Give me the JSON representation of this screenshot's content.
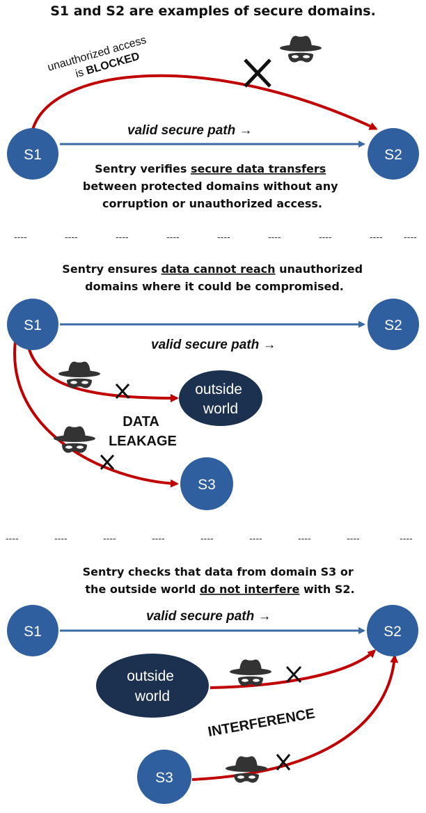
{
  "colors": {
    "node": "#2f5f9e",
    "outside": "#1c3050",
    "secure_path": "#3b6aa5",
    "threat_path": "#c00000"
  },
  "header": {
    "title": "S1 and S2 are examples of secure domains."
  },
  "panel1": {
    "note_line1": "unauthorized access",
    "note_line2_prefix": "is ",
    "note_line2_bold": "BLOCKED",
    "path_label": "valid secure path →",
    "node_s1": "S1",
    "node_s2": "S2",
    "caption_line1_prefix": "Sentry verifies ",
    "caption_line1_underlined": "secure data transfers",
    "caption_line2": "between protected domains without any",
    "caption_line3": "corruption or unauthorized access."
  },
  "separator": "----",
  "panel2": {
    "caption_line1_prefix": "Sentry ensures ",
    "caption_line1_underlined": "data cannot reach",
    "caption_line1_suffix": " unauthorized",
    "caption_line2": "domains where it could be compromised.",
    "node_s1": "S1",
    "node_s2": "S2",
    "node_s3": "S3",
    "path_label": "valid secure path →",
    "outside_line1": "outside",
    "outside_line2": "world",
    "leak_line1": "DATA",
    "leak_line2": "LEAKAGE"
  },
  "panel3": {
    "caption_line1": "Sentry checks that data from domain S3 or",
    "caption_line2_prefix": "the outside world ",
    "caption_line2_underlined": "do not interfere",
    "caption_line2_suffix": " with S2.",
    "node_s1": "S1",
    "node_s2": "S2",
    "node_s3": "S3",
    "path_label": "valid secure path →",
    "outside_line1": "outside",
    "outside_line2": "world",
    "interference": "INTERFERENCE"
  }
}
